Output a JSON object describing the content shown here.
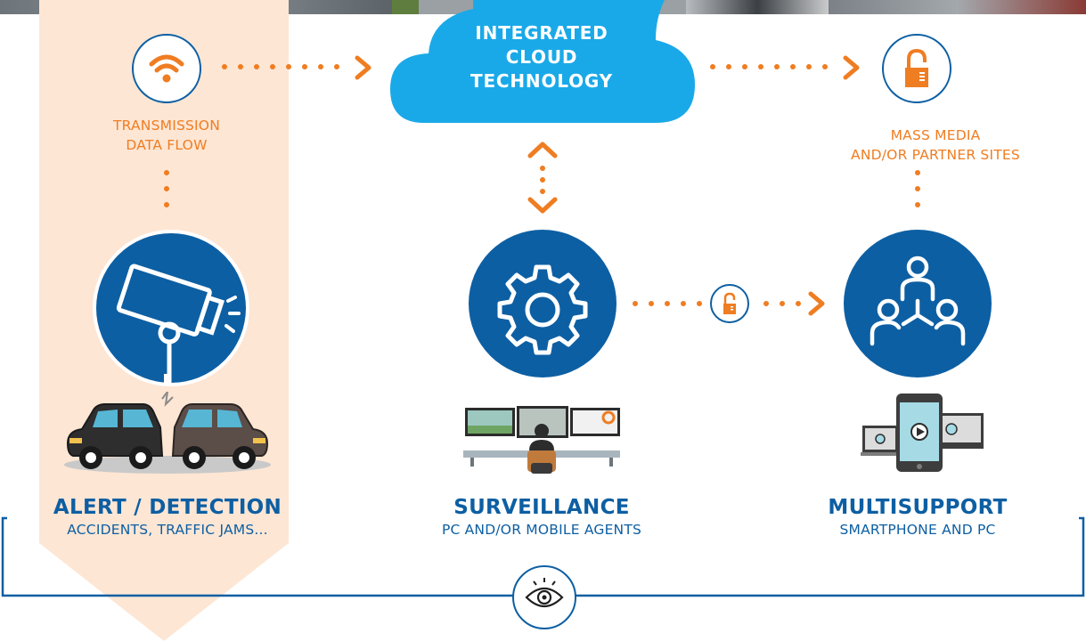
{
  "cloud": {
    "line1": "INTEGRATED",
    "line2": "CLOUD",
    "line3": "TECHNOLOGY"
  },
  "transmission": {
    "line1": "TRANSMISSION",
    "line2": "DATA FLOW"
  },
  "mass_media": {
    "line1": "MASS MEDIA",
    "line2": "AND/OR PARTNER SITES"
  },
  "alert": {
    "title": "ALERT / DETECTION",
    "subtitle": "ACCIDENTS, TRAFFIC JAMS..."
  },
  "surveillance": {
    "title": "SURVEILLANCE",
    "subtitle": "PC AND/OR MOBILE AGENTS"
  },
  "multisupport": {
    "title": "MULTISUPPORT",
    "subtitle": "SMARTPHONE AND PC"
  },
  "colors": {
    "blue": "#0d5fa3",
    "orange": "#ef7d22",
    "sky": "#1aa9e8",
    "peach": "#fde6d4"
  }
}
